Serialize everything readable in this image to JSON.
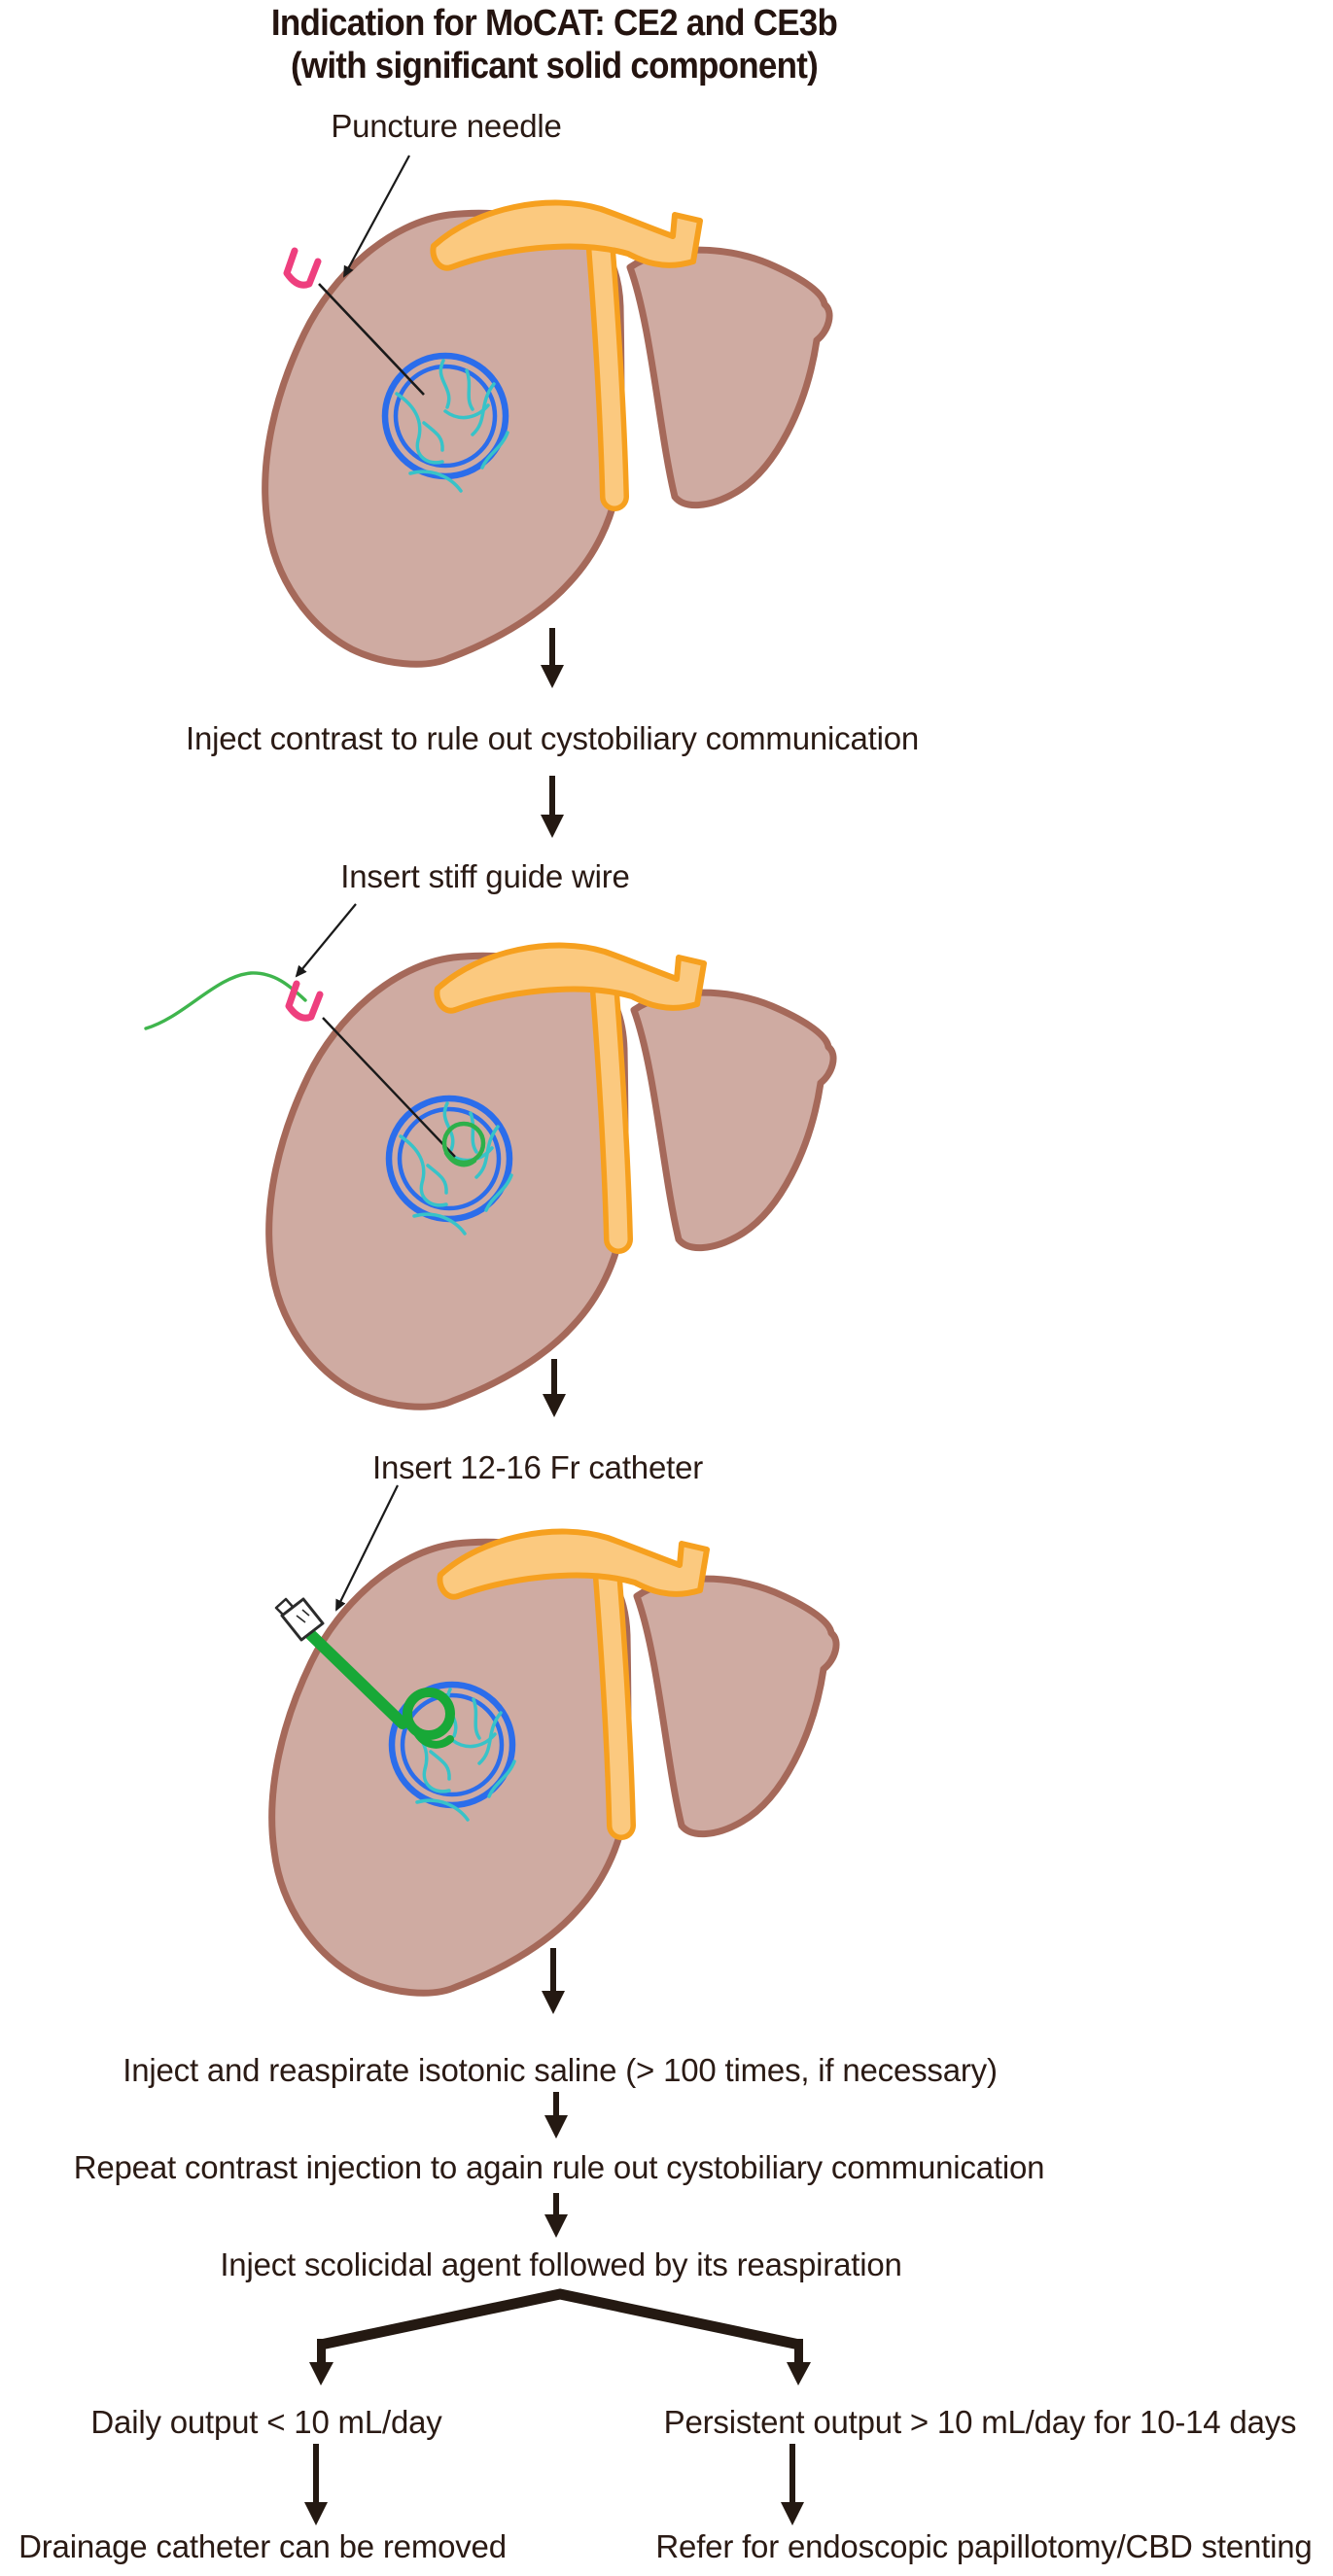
{
  "figure": {
    "title_line1": "Indication for MoCAT: CE2 and CE3b",
    "title_line2": "(with significant solid component)",
    "steps": {
      "puncture_label": "Puncture needle",
      "inject_contrast": "Inject contrast to rule out cystobiliary communication",
      "guide_wire_label": "Insert stiff guide wire",
      "catheter_label": "Insert 12-16 Fr catheter",
      "saline": "Inject and reaspirate isotonic saline (> 100 times, if necessary)",
      "repeat_contrast": "Repeat contrast injection to again rule out cystobiliary communication",
      "scolicidal": "Inject scolicidal agent followed by its reaspiration"
    },
    "branches": {
      "left_condition": "Daily output < 10 mL/day",
      "left_outcome": "Drainage catheter can be removed",
      "right_condition": "Persistent output > 10 mL/day for 10-14 days",
      "right_outcome": "Refer for endoscopic papillotomy/CBD stenting"
    },
    "icons": {
      "liver": "liver-icon",
      "ligament": "falciform-ligament-icon",
      "cyst": "hydatid-cyst-icon",
      "needle": "puncture-needle-icon",
      "needle_hub": "needle-hub-icon",
      "guide_wire": "guide-wire-icon",
      "catheter": "pigtail-catheter-icon",
      "catheter_hub": "catheter-connector-icon",
      "flow_arrow": "flow-arrow-icon"
    },
    "colors": {
      "liver_fill": "#cfaba2",
      "liver_outline": "#a5695a",
      "ligament_fill": "#fbc97f",
      "ligament_outline": "#f6a01f",
      "cyst_ring_blue": "#2b6deb",
      "daughter_cyst_teal": "#38c3c8",
      "guide_wire_green": "#3fb54d",
      "catheter_green": "#18a837",
      "needle_hub_pink": "#ee3f7e",
      "arrow_dark": "#241912",
      "text_dark": "#2a1a14",
      "background": "#ffffff"
    }
  }
}
